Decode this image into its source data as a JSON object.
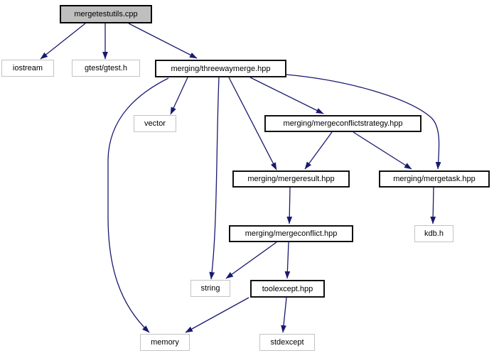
{
  "diagram": {
    "type": "include-dependency-graph",
    "colors": {
      "edge": "#191970",
      "root_fill": "#bfbfbf",
      "linked_border": "#111111",
      "plain_border": "#c3c3c3",
      "background": "#ffffff",
      "text": "#000000"
    },
    "nodes": [
      {
        "id": "mergetestutils_cpp",
        "label": "mergetestutils.cpp",
        "kind": "root"
      },
      {
        "id": "iostream",
        "label": "iostream",
        "kind": "plain"
      },
      {
        "id": "gtest_gtest_h",
        "label": "gtest/gtest.h",
        "kind": "plain"
      },
      {
        "id": "threewaymerge_hpp",
        "label": "merging/threewaymerge.hpp",
        "kind": "linked"
      },
      {
        "id": "vector",
        "label": "vector",
        "kind": "plain"
      },
      {
        "id": "mergeconflictstrategy_hpp",
        "label": "merging/mergeconflictstrategy.hpp",
        "kind": "linked"
      },
      {
        "id": "mergeresult_hpp",
        "label": "merging/mergeresult.hpp",
        "kind": "linked"
      },
      {
        "id": "mergetask_hpp",
        "label": "merging/mergetask.hpp",
        "kind": "linked"
      },
      {
        "id": "mergeconflict_hpp",
        "label": "merging/mergeconflict.hpp",
        "kind": "linked"
      },
      {
        "id": "kdb_h",
        "label": "kdb.h",
        "kind": "plain"
      },
      {
        "id": "string",
        "label": "string",
        "kind": "plain"
      },
      {
        "id": "toolexcept_hpp",
        "label": "toolexcept.hpp",
        "kind": "linked"
      },
      {
        "id": "memory",
        "label": "memory",
        "kind": "plain"
      },
      {
        "id": "stdexcept",
        "label": "stdexcept",
        "kind": "plain"
      }
    ],
    "edges": [
      {
        "from": "mergetestutils_cpp",
        "to": "iostream"
      },
      {
        "from": "mergetestutils_cpp",
        "to": "gtest_gtest_h"
      },
      {
        "from": "mergetestutils_cpp",
        "to": "threewaymerge_hpp"
      },
      {
        "from": "threewaymerge_hpp",
        "to": "vector"
      },
      {
        "from": "threewaymerge_hpp",
        "to": "memory"
      },
      {
        "from": "threewaymerge_hpp",
        "to": "string"
      },
      {
        "from": "threewaymerge_hpp",
        "to": "mergeresult_hpp"
      },
      {
        "from": "threewaymerge_hpp",
        "to": "mergeconflictstrategy_hpp"
      },
      {
        "from": "threewaymerge_hpp",
        "to": "mergetask_hpp"
      },
      {
        "from": "mergeconflictstrategy_hpp",
        "to": "mergeresult_hpp"
      },
      {
        "from": "mergeconflictstrategy_hpp",
        "to": "mergetask_hpp"
      },
      {
        "from": "mergeresult_hpp",
        "to": "mergeconflict_hpp"
      },
      {
        "from": "mergeconflict_hpp",
        "to": "string"
      },
      {
        "from": "mergeconflict_hpp",
        "to": "toolexcept_hpp"
      },
      {
        "from": "toolexcept_hpp",
        "to": "memory"
      },
      {
        "from": "toolexcept_hpp",
        "to": "stdexcept"
      },
      {
        "from": "mergetask_hpp",
        "to": "kdb_h"
      }
    ]
  }
}
